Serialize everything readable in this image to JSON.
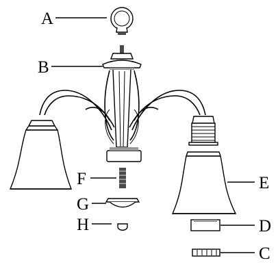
{
  "diagram": {
    "parts": [
      {
        "id": "ring",
        "label": "A"
      },
      {
        "id": "canopy",
        "label": "B"
      },
      {
        "id": "lock-nut",
        "label": "C"
      },
      {
        "id": "shade-ring",
        "label": "D"
      },
      {
        "id": "glass-shade",
        "label": "E"
      },
      {
        "id": "threaded-nipple",
        "label": "F"
      },
      {
        "id": "bottom-cup",
        "label": "G"
      },
      {
        "id": "finial",
        "label": "H"
      }
    ]
  }
}
